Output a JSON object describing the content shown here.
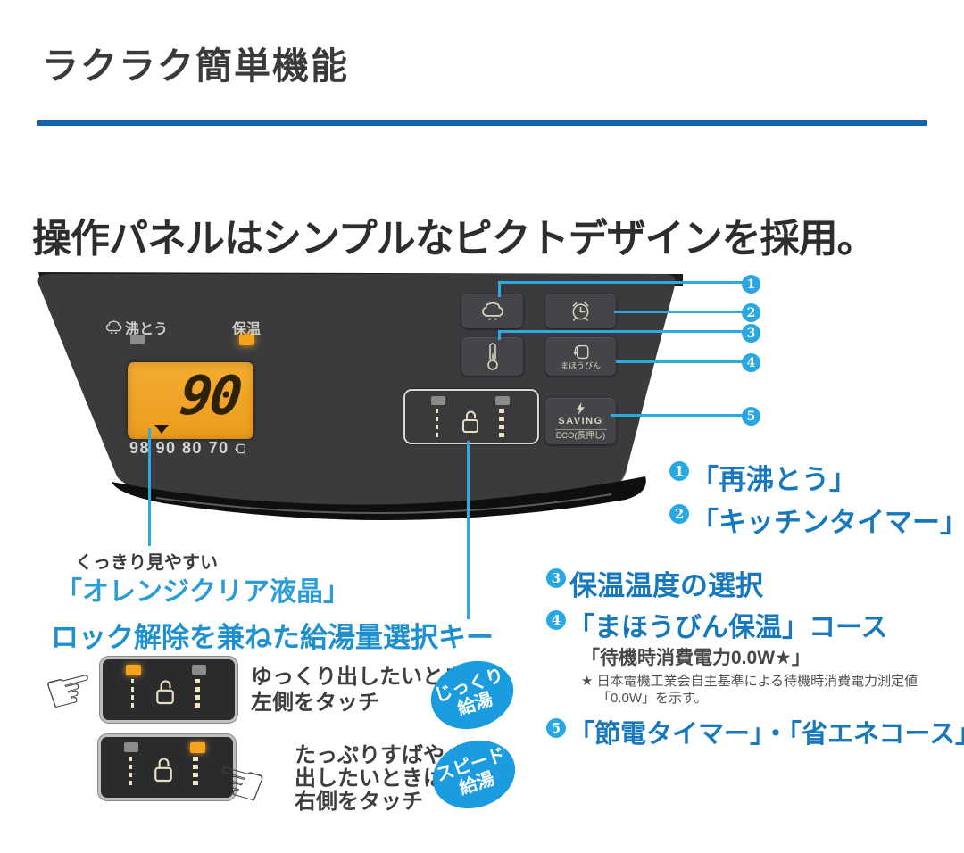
{
  "colors": {
    "rule_blue": "#1263ac",
    "callout_blue": "#2fa9e1",
    "badge_blue": "#1b9ce0",
    "list_text_blue": "#1878be",
    "heading_blue_lcd": "#2b9cd6",
    "heading_blue_lock": "#1e90cf",
    "lcd_orange": "#f2a51d",
    "panel_gray": "#3b3b3e"
  },
  "header": {
    "title": "ラクラク簡単機能",
    "subtitle": "操作パネルはシンプルなピクトデザインを採用。"
  },
  "device_panel": {
    "boil_label": "沸とう",
    "keep_warm_label": "保温",
    "lcd_value": "90",
    "lcd_scale": "98 90 80 70",
    "vacuum_button_label": "まほうびん",
    "saving_label": "SAVING",
    "eco_label": "ECO(長押し)"
  },
  "lcd_callout": {
    "lead": "くっきり見やすい",
    "title": "「オレンジクリア液晶」"
  },
  "lock_callout": {
    "title": "ロック解除を兼ねた給湯量選択キー"
  },
  "dispense_slow": {
    "line1": "ゆっくり出したいときは",
    "line2": "左側をタッチ",
    "badge_top": "じっくり",
    "badge_bottom": "給湯"
  },
  "dispense_fast": {
    "line1": "たっぷりすばやく",
    "line2": "出したいときは、",
    "line3": "右側をタッチ",
    "badge_top": "スピード",
    "badge_bottom": "給湯"
  },
  "features": {
    "items": [
      {
        "num": "1",
        "label": "「再沸とう」"
      },
      {
        "num": "2",
        "label": "「キッチンタイマー」"
      },
      {
        "num": "3",
        "label": "保温温度の選択"
      },
      {
        "num": "4",
        "label": "「まほうびん保温」コース"
      },
      {
        "num": "5",
        "label": "「節電タイマー」・「省エネコース」"
      }
    ],
    "standby_note": "「待機時消費電力0.0W★」",
    "footnote_line1": "★ 日本電機工業会自主基準による待機時消費電力測定値",
    "footnote_line2": "「0.0W」を示す。"
  },
  "hands": {
    "point_right": "☞",
    "point_left": "☜"
  }
}
